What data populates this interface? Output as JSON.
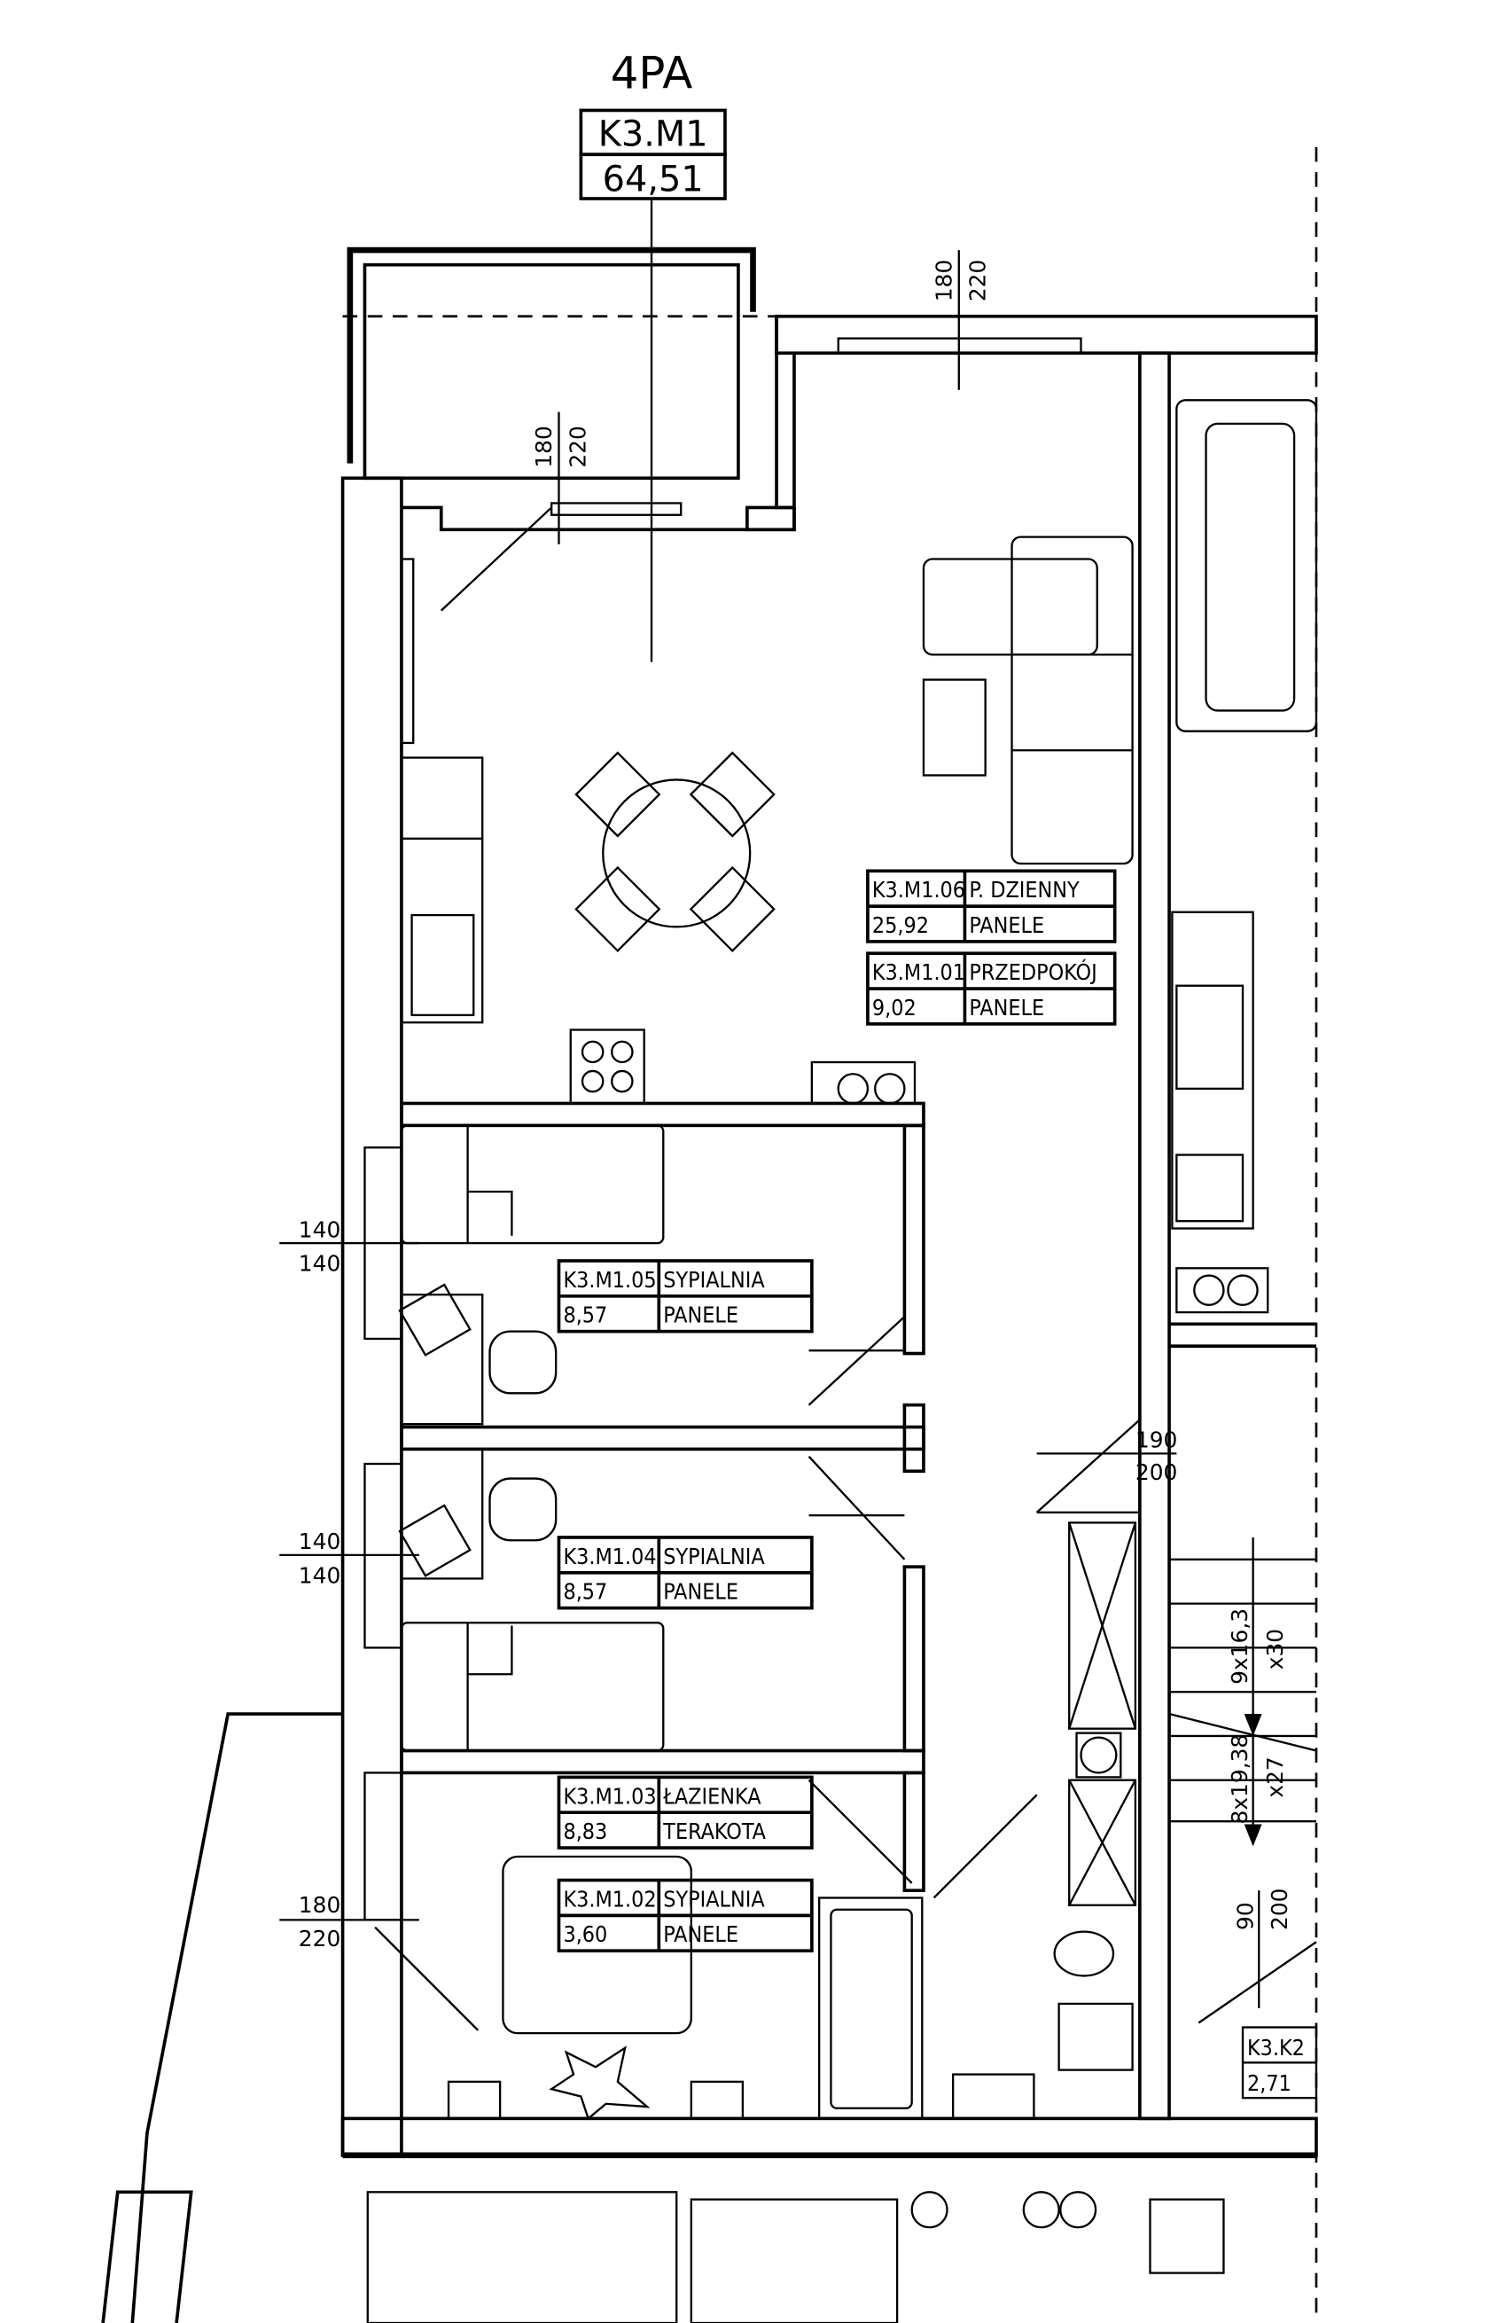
{
  "header": {
    "unit_type": "4PA",
    "unit_code": "K3.M1",
    "unit_area": "64,51"
  },
  "rooms": [
    {
      "code": "K3.M1.06",
      "name": "P. DZIENNY",
      "area": "25,92",
      "floor": "PANELE"
    },
    {
      "code": "K3.M1.01",
      "name": "PRZEDPOKÓJ",
      "area": "9,02",
      "floor": "PANELE"
    },
    {
      "code": "K3.M1.05",
      "name": "SYPIALNIA",
      "area": "8,57",
      "floor": "PANELE"
    },
    {
      "code": "K3.M1.04",
      "name": "SYPIALNIA",
      "area": "8,57",
      "floor": "PANELE"
    },
    {
      "code": "K3.M1.03",
      "name": "ŁAZIENKA",
      "area": "8,83",
      "floor": "TERAKOTA"
    },
    {
      "code": "K3.M1.02",
      "name": "SYPIALNIA",
      "area": "3,60",
      "floor": "PANELE"
    }
  ],
  "neighbor": {
    "code": "K3.K2",
    "area": "2,71"
  },
  "dimensions": {
    "balcony_door": {
      "top": "180",
      "bottom": "220"
    },
    "living_window": {
      "top": "180",
      "bottom": "220"
    },
    "bedroom1_window": {
      "top": "140",
      "bottom": "140"
    },
    "bedroom2_window": {
      "top": "140",
      "bottom": "140"
    },
    "bedroom3_door": {
      "top": "180",
      "bottom": "220"
    },
    "entry_door": {
      "top": "190",
      "bottom": "200"
    },
    "stair_door": {
      "top": "90",
      "bottom": "200"
    },
    "stairs_upper": {
      "top": "9x16,3",
      "bottom": "x30"
    },
    "stairs_lower": {
      "top": "8x19,38",
      "bottom": "x27"
    }
  }
}
